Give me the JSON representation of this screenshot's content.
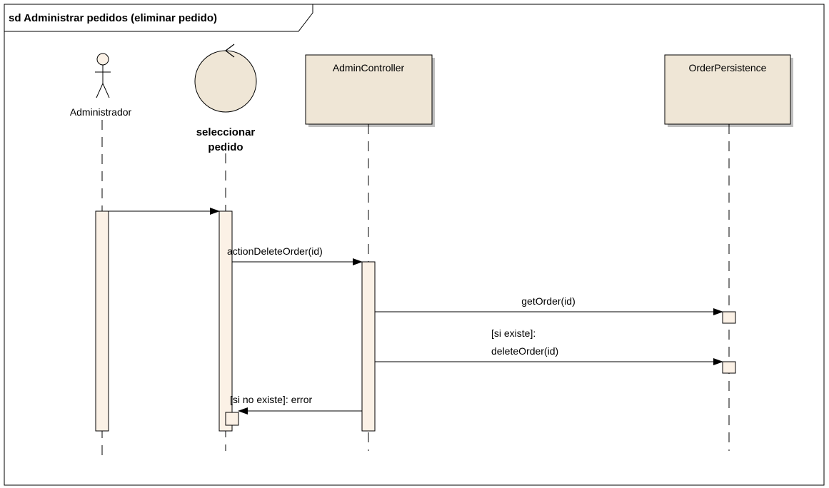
{
  "frame": {
    "title": "sd Administrar pedidos (eliminar pedido)"
  },
  "lifelines": {
    "actor": {
      "name": "Administrador",
      "kind": "actor"
    },
    "boundary": {
      "name_line1": "seleccionar",
      "name_line2": "pedido",
      "kind": "control"
    },
    "admin_controller": {
      "name": "AdminController",
      "kind": "class"
    },
    "order_persistence": {
      "name": "OrderPersistence",
      "kind": "class"
    }
  },
  "messages": [
    {
      "from": "Administrador",
      "to": "seleccionar pedido",
      "label": ""
    },
    {
      "from": "seleccionar pedido",
      "to": "AdminController",
      "label": "actionDeleteOrder(id)"
    },
    {
      "from": "AdminController",
      "to": "OrderPersistence",
      "label": "getOrder(id)"
    },
    {
      "from": "AdminController",
      "to": "OrderPersistence",
      "label_line1": "[si existe]:",
      "label_line2": "deleteOrder(id)"
    },
    {
      "from": "AdminController",
      "to": "seleccionar pedido",
      "label": "[si no existe]: error"
    }
  ],
  "colors": {
    "box_fill": "#EFE6D6",
    "box_shadow": "#BFBFBF",
    "activation_fill": "#FBF1E6",
    "line": "#000000"
  }
}
